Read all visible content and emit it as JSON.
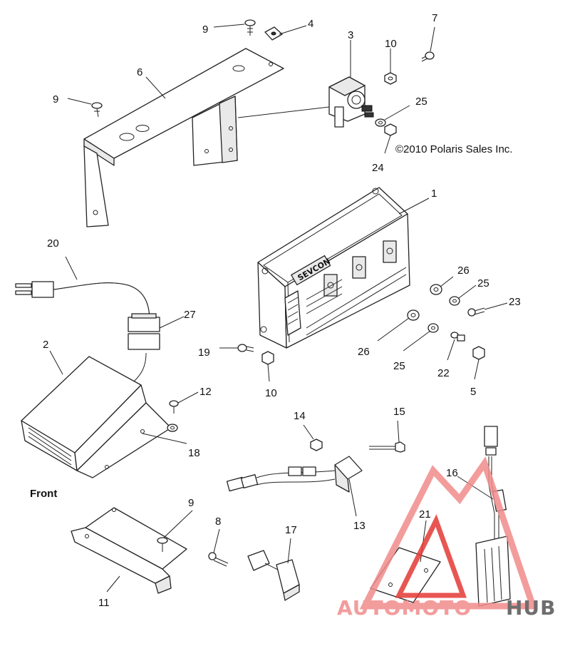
{
  "copyright": "©2010 Polaris Sales Inc.",
  "front_label": "Front",
  "controller_brand": "SEVCON",
  "watermark": {
    "part1": "AUTOMOTO",
    "part2": "HUB",
    "color_main": "#f28b8b",
    "color_accent": "#e53935",
    "color_dark": "#555555"
  },
  "callouts": {
    "c1": "1",
    "c2": "2",
    "c3": "3",
    "c4": "4",
    "c5": "5",
    "c6": "6",
    "c7": "7",
    "c8": "8",
    "c9a": "9",
    "c9b": "9",
    "c9c": "9",
    "c10a": "10",
    "c10b": "10",
    "c11": "11",
    "c12": "12",
    "c13": "13",
    "c14": "14",
    "c15": "15",
    "c16": "16",
    "c17": "17",
    "c18": "18",
    "c19": "19",
    "c20": "20",
    "c21": "21",
    "c22": "22",
    "c23": "23",
    "c24": "24",
    "c25a": "25",
    "c25b": "25",
    "c25c": "25",
    "c26a": "26",
    "c26b": "26",
    "c27": "27"
  }
}
